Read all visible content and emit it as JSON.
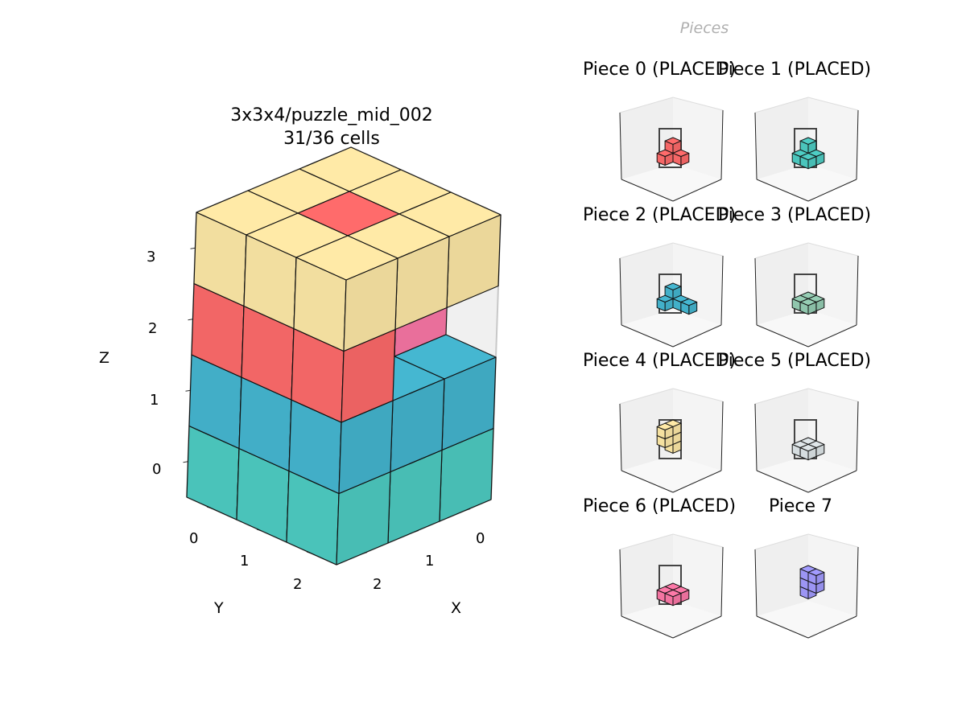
{
  "pieces_header": "Pieces",
  "main_view": {
    "title": "3x3x4/puzzle_mid_002",
    "subtitle": "31/36 cells",
    "axis_labels": {
      "x": "X",
      "y": "Y",
      "z": "Z"
    },
    "x_ticks": [
      "0",
      "1",
      "2"
    ],
    "y_ticks": [
      "0",
      "1",
      "2"
    ],
    "z_ticks": [
      "0",
      "1",
      "2",
      "3"
    ]
  },
  "pieces": [
    {
      "title": "Piece 0 (PLACED)",
      "color": "#ff6b6b",
      "placed": true
    },
    {
      "title": "Piece 1 (PLACED)",
      "color": "#4ecdc4",
      "placed": true
    },
    {
      "title": "Piece 2 (PLACED)",
      "color": "#45b7d1",
      "placed": true
    },
    {
      "title": "Piece 3 (PLACED)",
      "color": "#96ceb4",
      "placed": true
    },
    {
      "title": "Piece 4 (PLACED)",
      "color": "#ffeaa7",
      "placed": true
    },
    {
      "title": "Piece 5 (PLACED)",
      "color": "#dfe6e9",
      "placed": true
    },
    {
      "title": "Piece 6 (PLACED)",
      "color": "#fd79a8",
      "placed": true
    },
    {
      "title": "Piece 7",
      "color": "#a29bfe",
      "placed": false
    }
  ],
  "colors": {
    "teal": "#4ecdc4",
    "blue": "#45b7d1",
    "red": "#ff6b6b",
    "yellow": "#ffeaa7",
    "pink": "#fd79a8",
    "light": "#dfe6e9"
  }
}
